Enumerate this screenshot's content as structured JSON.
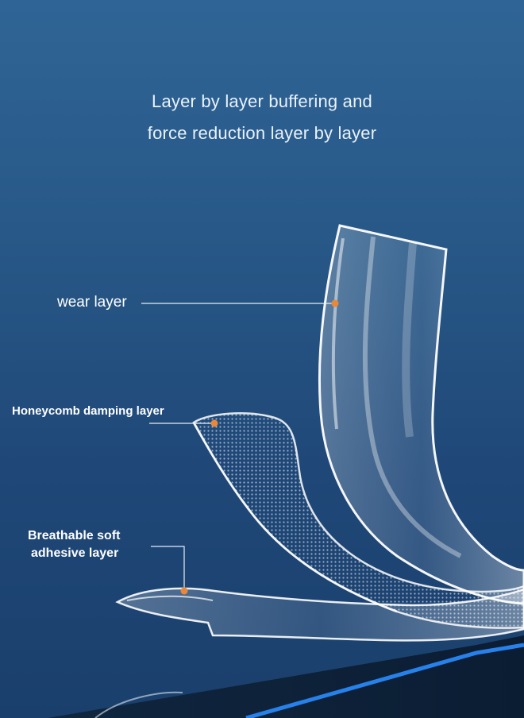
{
  "headline": {
    "line1": "Layer by layer buffering and",
    "line2": "force reduction layer by layer"
  },
  "labels": {
    "wear": "wear layer",
    "honeycomb": "Honeycomb damping layer",
    "breathable_line1": "Breathable soft",
    "breathable_line2": "adhesive layer"
  },
  "colors": {
    "background_top": "#2f6596",
    "background_bottom": "#1a3f6c",
    "marker": "#e8893a",
    "leader_line": "#e6eef7",
    "film_edge": "#ffffff",
    "accent_edge": "#2a8cff"
  }
}
